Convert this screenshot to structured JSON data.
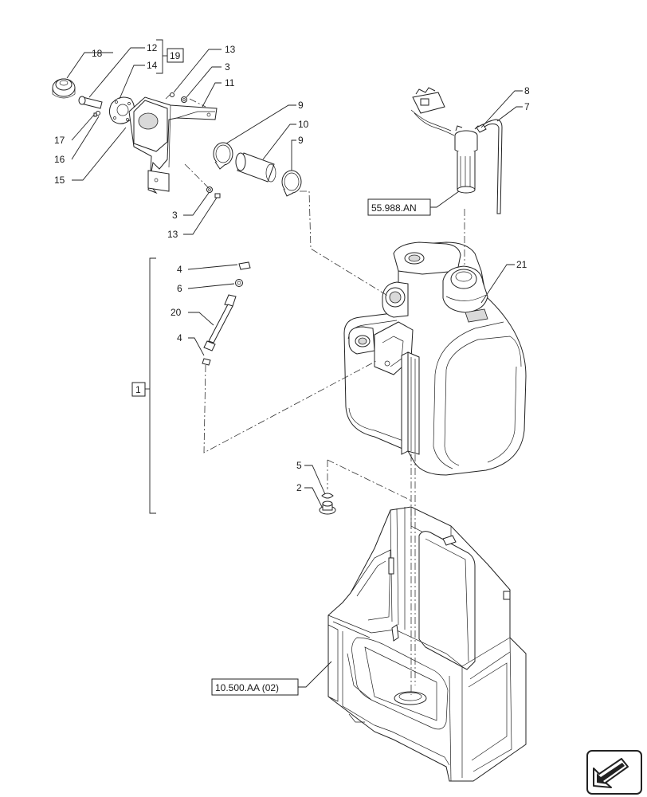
{
  "callouts": {
    "p1": "1",
    "p2": "2",
    "p3a": "3",
    "p3b": "3",
    "p4a": "4",
    "p4b": "4",
    "p5": "5",
    "p6": "6",
    "p7": "7",
    "p8": "8",
    "p9a": "9",
    "p9b": "9",
    "p10": "10",
    "p11": "11",
    "p12": "12",
    "p13a": "13",
    "p13b": "13",
    "p14": "14",
    "p15": "15",
    "p16": "16",
    "p17": "17",
    "p18": "18",
    "p19": "19",
    "p20": "20",
    "p21": "21"
  },
  "references": {
    "sender": "55.988.AN",
    "frame": "10.500.AA (02)"
  },
  "nav_icon": "arrow-icon"
}
